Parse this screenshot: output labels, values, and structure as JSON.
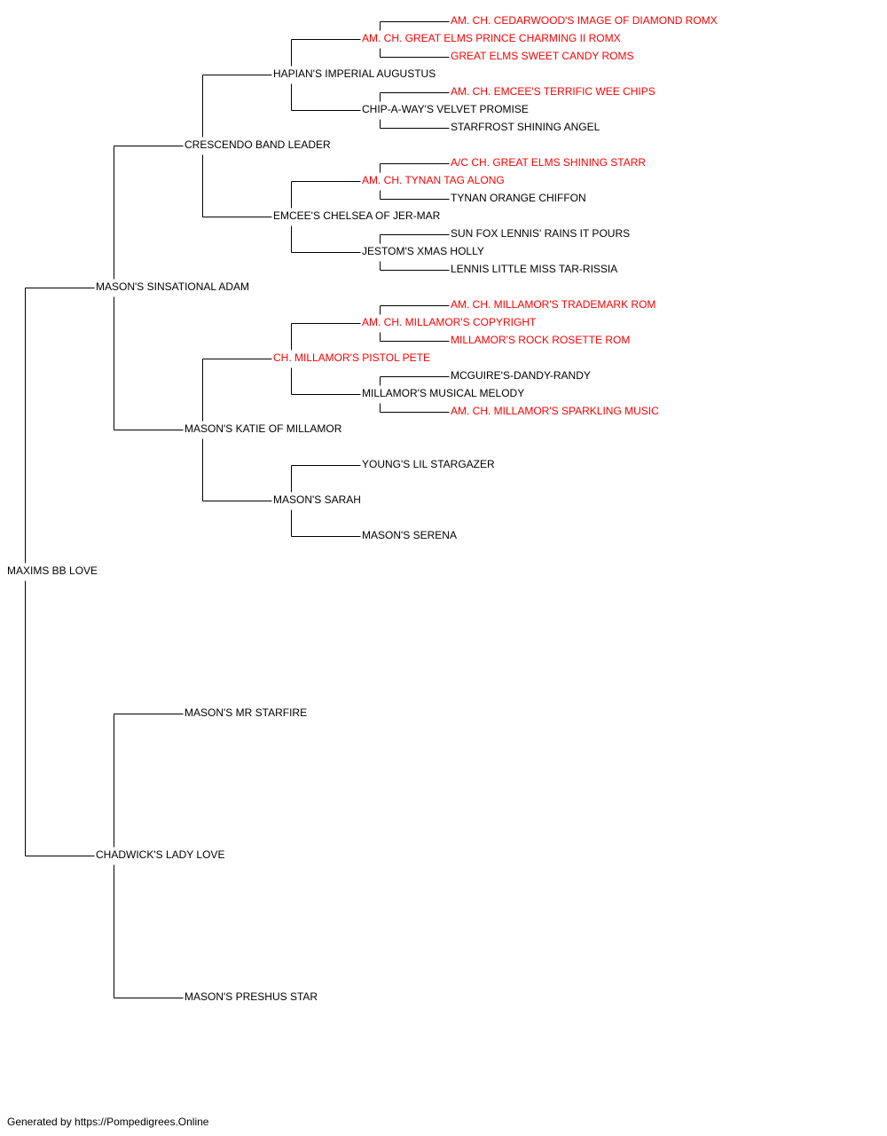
{
  "colors": {
    "normal": "#000000",
    "champion": "#ff0000",
    "line": "#000000"
  },
  "footer": "Generated by https://Pompedigrees.Online",
  "pedigree": {
    "name": "MAXIMS BB LOVE",
    "sire": {
      "name": "MASON'S SINSATIONAL ADAM",
      "sire": {
        "name": "CRESCENDO BAND LEADER",
        "sire": {
          "name": "HAPIAN'S IMPERIAL AUGUSTUS",
          "sire": {
            "name": "AM. CH. GREAT ELMS PRINCE CHARMING II ROMX",
            "champion": true,
            "sire": {
              "name": "AM. CH. CEDARWOOD'S IMAGE OF DIAMOND ROMX",
              "champion": true
            },
            "dam": {
              "name": "GREAT ELMS SWEET CANDY ROMS",
              "champion": true
            }
          },
          "dam": {
            "name": "CHIP-A-WAY'S VELVET PROMISE",
            "sire": {
              "name": "AM. CH. EMCEE'S TERRIFIC WEE CHIPS",
              "champion": true
            },
            "dam": {
              "name": "STARFROST SHINING ANGEL"
            }
          }
        },
        "dam": {
          "name": "EMCEE'S CHELSEA OF JER-MAR",
          "sire": {
            "name": "AM. CH. TYNAN TAG ALONG",
            "champion": true,
            "sire": {
              "name": "A/C CH. GREAT ELMS SHINING STARR",
              "champion": true
            },
            "dam": {
              "name": "TYNAN ORANGE CHIFFON"
            }
          },
          "dam": {
            "name": "JESTOM'S XMAS HOLLY",
            "sire": {
              "name": "SUN FOX LENNIS' RAINS IT POURS"
            },
            "dam": {
              "name": "LENNIS LITTLE MISS TAR-RISSIA"
            }
          }
        }
      },
      "dam": {
        "name": "MASON'S KATIE OF MILLAMOR",
        "sire": {
          "name": "CH. MILLAMOR'S PISTOL PETE",
          "champion": true,
          "sire": {
            "name": "AM. CH. MILLAMOR'S COPYRIGHT",
            "champion": true,
            "sire": {
              "name": "AM. CH. MILLAMOR'S TRADEMARK ROM",
              "champion": true
            },
            "dam": {
              "name": "MILLAMOR'S ROCK ROSETTE ROM",
              "champion": true
            }
          },
          "dam": {
            "name": "MILLAMOR'S MUSICAL MELODY",
            "sire": {
              "name": "MCGUIRE'S-DANDY-RANDY"
            },
            "dam": {
              "name": "AM. CH. MILLAMOR'S SPARKLING MUSIC",
              "champion": true
            }
          }
        },
        "dam": {
          "name": "MASON'S SARAH",
          "sire": {
            "name": "YOUNG'S LIL STARGAZER"
          },
          "dam": {
            "name": "MASON'S SERENA"
          }
        }
      }
    },
    "dam": {
      "name": "CHADWICK'S LADY LOVE",
      "sire": {
        "name": "MASON'S MR STARFIRE"
      },
      "dam": {
        "name": "MASON'S PRESHUS STAR"
      }
    }
  }
}
